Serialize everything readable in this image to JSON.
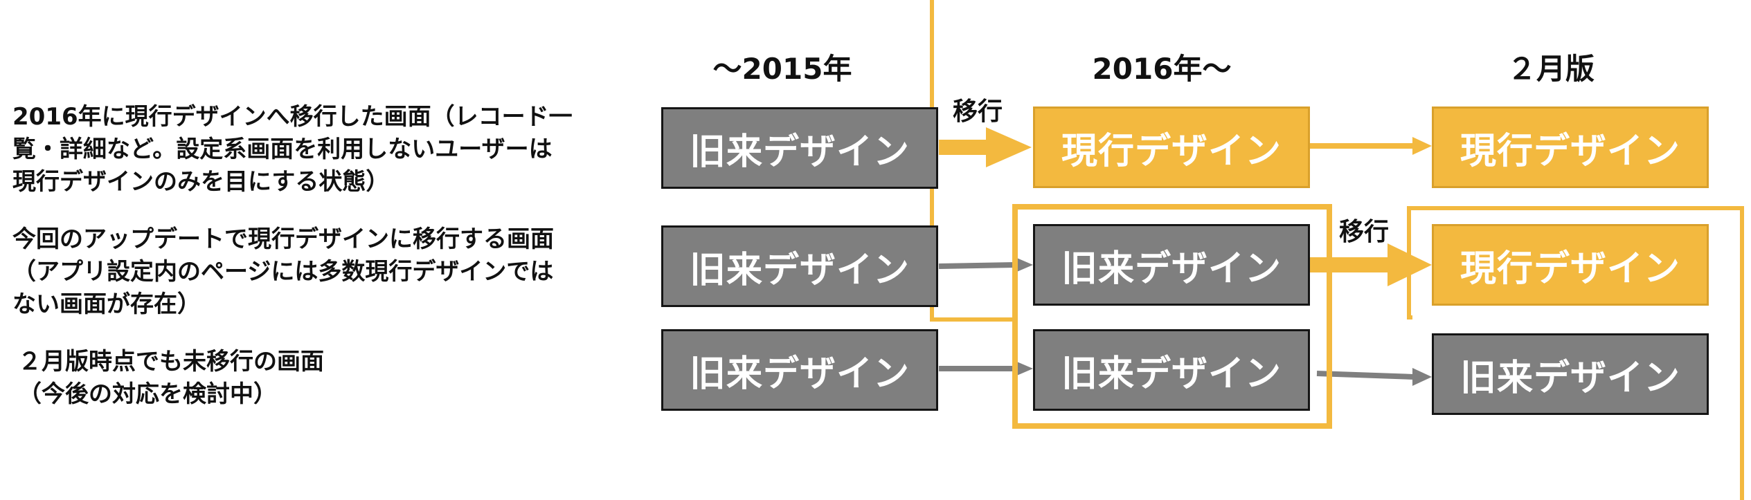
{
  "colors": {
    "gray": "#7f7f7f",
    "accent": "#f3b93f",
    "text": "#111111"
  },
  "headers": [
    "～2015年",
    "2016年～",
    "２月版"
  ],
  "row_labels": [
    {
      "lines": [
        "2016年に現行デザインへ移行した画面（レコード一",
        "覧・詳細など。設定系画面を利用しないユーザーは",
        "現行デザインのみを目にする状態）"
      ]
    },
    {
      "lines": [
        "今回のアップデートで現行デザインに移行する画面",
        "（アプリ設定内のページには多数現行デザインでは",
        "ない画面が存在）"
      ]
    },
    {
      "lines": [
        "２月版時点でも未移行の画面",
        "（今後の対応を検討中）"
      ]
    }
  ],
  "boxes": {
    "legacy": "旧来デザイン",
    "current": "現行デザイン"
  },
  "migrate_label": "移行"
}
